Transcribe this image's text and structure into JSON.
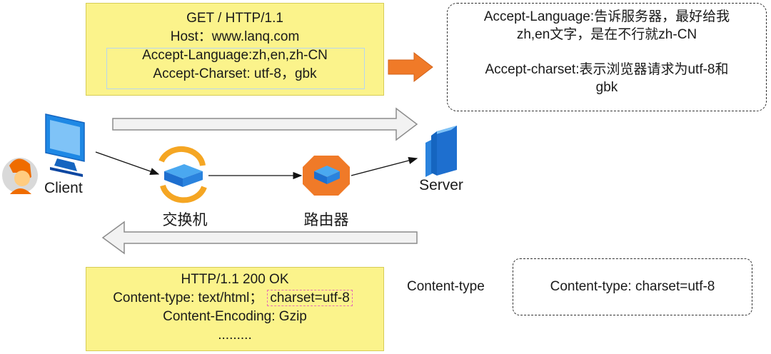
{
  "request_box": {
    "line1": "GET / HTTP/1.1",
    "line2": "Host：www.lanq.com",
    "line3": "Accept-Language:zh,en,zh-CN",
    "line4": "Accept-Charset: utf-8，gbk"
  },
  "request_note": {
    "line1": "Accept-Language:告诉服务器，最好给我",
    "line2": "zh,en文字，是在不行就zh-CN",
    "line3": "Accept-charset:表示浏览器请求为utf-8和",
    "line4": "gbk"
  },
  "nodes": {
    "client": "Client",
    "switch": "交换机",
    "router": "路由器",
    "server": "Server"
  },
  "response_box": {
    "line1": "HTTP/1.1 200 OK",
    "line2_a": "Content-type: text/html；",
    "line2_b": "charset=utf-8",
    "line3": "Content-Encoding: Gzip",
    "line4": "........."
  },
  "response_note": {
    "label": "Content-type",
    "text": "Content-type: charset=utf-8"
  },
  "colors": {
    "box_fill": "#fbf38b",
    "orange_arrow": "#f07a28",
    "monitor_blue": "#1e88e5",
    "server_blue": "#1e6fcf",
    "highlight_pink": "#e56fb5"
  }
}
